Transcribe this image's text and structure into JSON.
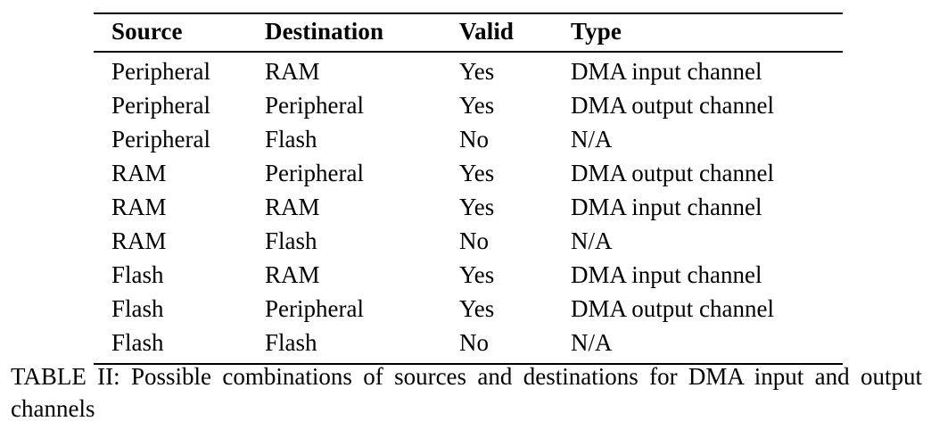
{
  "table": {
    "name": "dma-source-destination-table",
    "columns": [
      {
        "key": "source",
        "label": "Source"
      },
      {
        "key": "destination",
        "label": "Destination"
      },
      {
        "key": "valid",
        "label": "Valid"
      },
      {
        "key": "type",
        "label": "Type"
      }
    ],
    "rows": [
      {
        "source": "Peripheral",
        "destination": "RAM",
        "valid": "Yes",
        "type": "DMA input channel"
      },
      {
        "source": "Peripheral",
        "destination": "Peripheral",
        "valid": "Yes",
        "type": "DMA output channel"
      },
      {
        "source": "Peripheral",
        "destination": "Flash",
        "valid": "No",
        "type": "N/A"
      },
      {
        "source": "RAM",
        "destination": "Peripheral",
        "valid": "Yes",
        "type": "DMA output channel"
      },
      {
        "source": "RAM",
        "destination": "RAM",
        "valid": "Yes",
        "type": "DMA input channel"
      },
      {
        "source": "RAM",
        "destination": "Flash",
        "valid": "No",
        "type": "N/A"
      },
      {
        "source": "Flash",
        "destination": "RAM",
        "valid": "Yes",
        "type": "DMA input channel"
      },
      {
        "source": "Flash",
        "destination": "Peripheral",
        "valid": "Yes",
        "type": "DMA output channel"
      },
      {
        "source": "Flash",
        "destination": "Flash",
        "valid": "No",
        "type": "N/A"
      }
    ]
  },
  "caption": {
    "text": "TABLE II: Possible combinations of sources and destinations for DMA input and output channels"
  },
  "colors": {
    "rule": "#000000",
    "text": "#000000",
    "background": "#ffffff"
  }
}
